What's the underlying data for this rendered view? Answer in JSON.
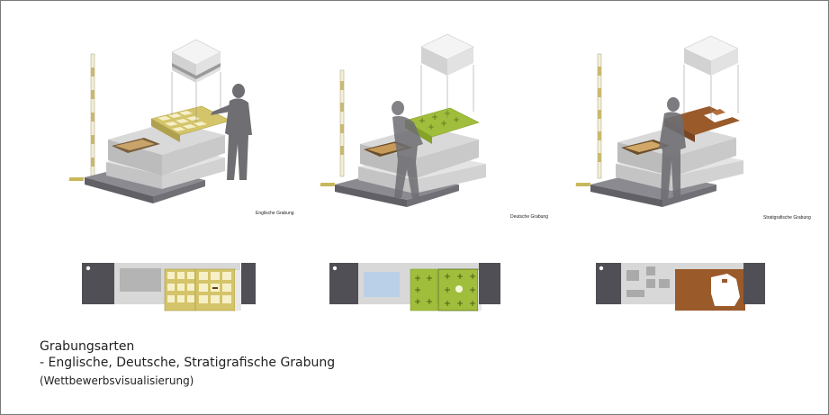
{
  "scenes": [
    {
      "caption": "Englische Grabung",
      "accent": "#d4c46a"
    },
    {
      "caption": "Deutsche Grabung",
      "accent": "#a0be3c"
    },
    {
      "caption": "Stratigrafische Grabung",
      "accent": "#9a5a2a"
    }
  ],
  "description": {
    "title": "Grabungsarten",
    "list_line": "-  Englische, Deutsche, Stratigrafische Grabung",
    "note": "(Wettbewerbsvisualisierung)"
  },
  "colors": {
    "frame": "#7a7a7a",
    "block_top": "#d8d8d8",
    "block_side": "#b9b9b9",
    "base_dark": "#7f7f85",
    "plan_dark": "#4f4f55",
    "figure": "#6e6e73"
  }
}
